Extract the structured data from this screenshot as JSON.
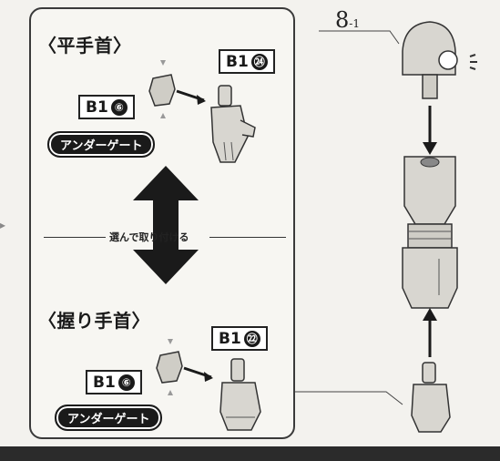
{
  "step": {
    "number": "8",
    "sub": "-1"
  },
  "flat_hand": {
    "heading": "〈平手首〉",
    "part_wrist": {
      "runner": "B1",
      "num": "⑥"
    },
    "part_hand": {
      "runner": "B1",
      "num": "㉔"
    },
    "gate_label": "アンダーゲート"
  },
  "divider": {
    "text": "選んで取り付ける"
  },
  "fist_hand": {
    "heading": "〈握り手首〉",
    "part_wrist": {
      "runner": "B1",
      "num": "⑥"
    },
    "part_hand": {
      "runner": "B1",
      "num": "㉒"
    },
    "gate_label": "アンダーゲート"
  },
  "colors": {
    "ink": "#1a1a1a",
    "part_fill": "#d8d6d0",
    "panel_bg": "#f7f6f2"
  }
}
